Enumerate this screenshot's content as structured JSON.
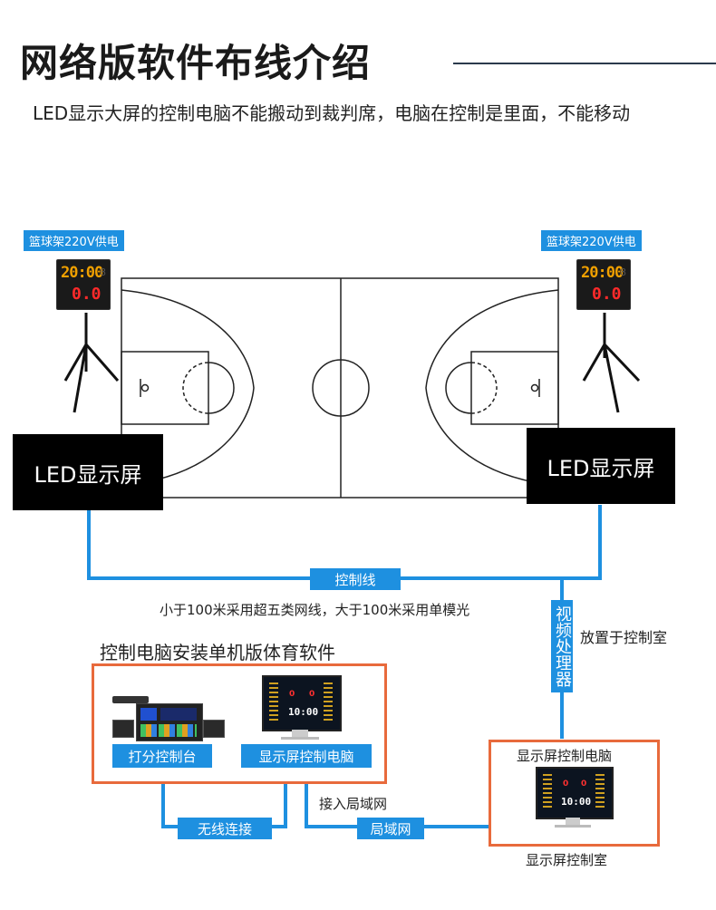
{
  "header": {
    "title": "网络版软件布线介绍",
    "description": "LED显示大屏的控制电脑不能搬动到裁判席，电脑在控制是里面，不能移动"
  },
  "hoops": {
    "left_power": "篮球架220V供电",
    "right_power": "篮球架220V供电",
    "shot_clock_time": "20:00",
    "shot_clock_dim": "8",
    "shot_clock_count": "0.0"
  },
  "screens": {
    "left_led": "LED显示屏",
    "right_led": "LED显示屏"
  },
  "wiring": {
    "control_line": "控制线",
    "cable_note": "小于100米采用超五类网线，大于100米采用单模光",
    "video_processor": "视频处理器",
    "placed_in": "放置于控制室",
    "wireless": "无线连接",
    "lan_join": "接入局域网",
    "lan": "局域网"
  },
  "control": {
    "software_title": "控制电脑安装单机版体育软件",
    "console_label": "打分控制台",
    "pc_label": "显示屏控制电脑",
    "room_pc_label": "显示屏控制电脑",
    "room_label": "显示屏控制室",
    "monitor_time": "10:00",
    "monitor_home_score": "0",
    "monitor_away_score": "0"
  },
  "colors": {
    "accent_blue": "#1e90e0",
    "frame_orange": "#e86a3c",
    "led_black": "#000000"
  }
}
